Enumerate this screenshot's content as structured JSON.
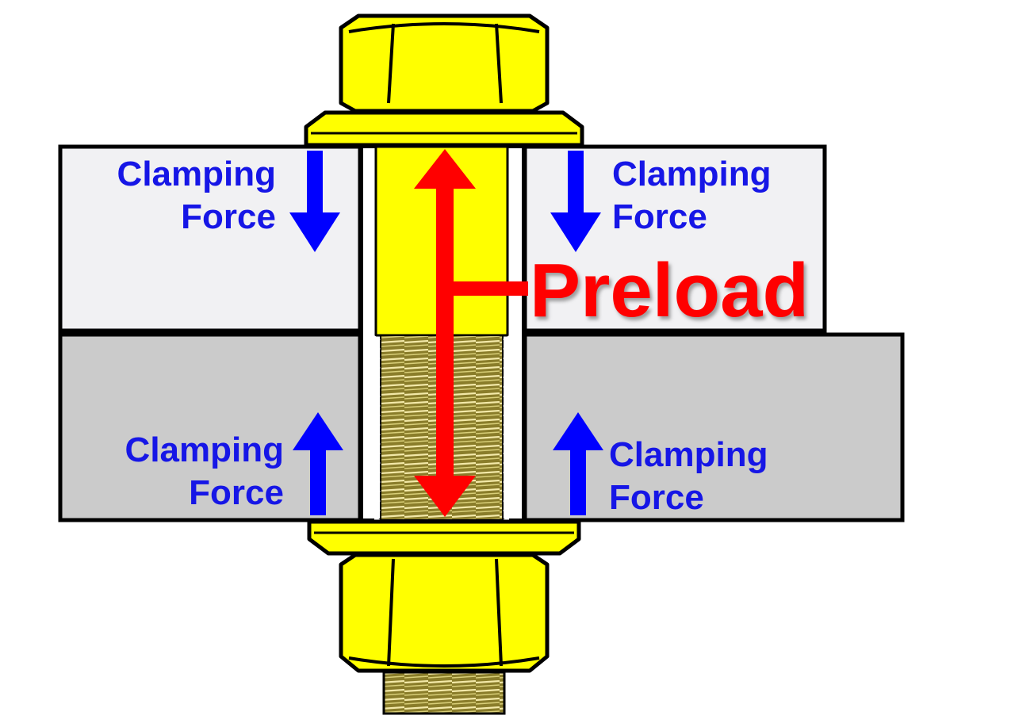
{
  "labels": {
    "upper_left": {
      "line1": "Clamping",
      "line2": "Force"
    },
    "upper_right": {
      "line1": "Clamping",
      "line2": "Force"
    },
    "lower_left": {
      "line1": "Clamping",
      "line2": "Force"
    },
    "lower_right": {
      "line1": "Clamping",
      "line2": "Force"
    },
    "preload": "Preload"
  },
  "colors": {
    "bolt_yellow": "#ffff00",
    "thread_olive": "#8a7d2a",
    "upper_plate": "#f1f1f3",
    "lower_plate": "#cbcbcb",
    "clamping_arrow": "#0000ff",
    "clamping_text": "#1616e6",
    "preload_red": "#ff0000",
    "outline": "#000000"
  },
  "icons": {
    "clamping_arrows": "blue-straight-arrow",
    "preload_arrow": "red-double-headed-arrow"
  }
}
